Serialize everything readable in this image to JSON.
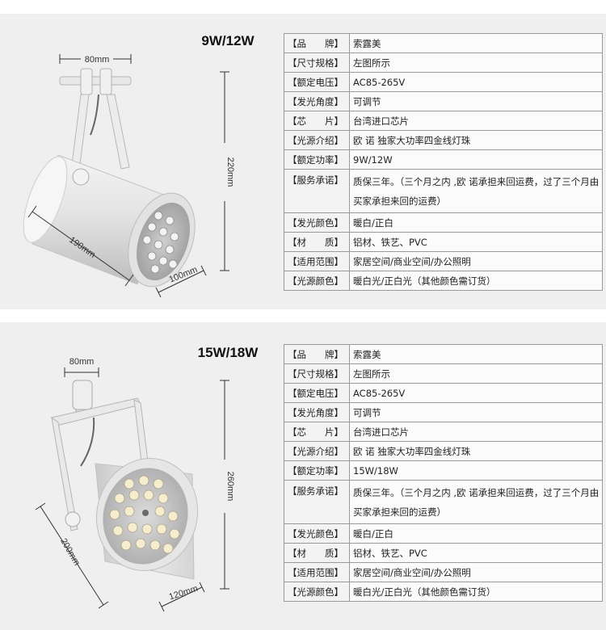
{
  "products": [
    {
      "title": "9W/12W",
      "dims": {
        "width": "80mm",
        "height": "220mm",
        "length": "190mm",
        "diameter": "100mm"
      },
      "specs": [
        {
          "key": "【品　　牌】",
          "value": "索露美"
        },
        {
          "key": "【尺寸规格】",
          "value": "左图所示"
        },
        {
          "key": "【额定电压】",
          "value": "AC85-265V"
        },
        {
          "key": "【发光角度】",
          "value": "可调节"
        },
        {
          "key": "【芯　　片】",
          "value": "台湾进口芯片"
        },
        {
          "key": "【光源介绍】",
          "value": "欧 诺 独家大功率四金线灯珠"
        },
        {
          "key": "【额定功率】",
          "value": "9W/12W"
        },
        {
          "key": "【服务承诺】",
          "value": "质保三年。（三个月之内 ,欧 诺承担来回运费，过了三个月由买家承担来回的运费）"
        },
        {
          "key": "【发光颜色】",
          "value": "暖白/正白"
        },
        {
          "key": "【材　　质】",
          "value": "铝材、铁艺、PVC"
        },
        {
          "key": "【适用范围】",
          "value": "家居空间/商业空间/办公照明"
        },
        {
          "key": "【光源颜色】",
          "value": "暖白光/正白光（其他颜色需订货）"
        }
      ]
    },
    {
      "title": "15W/18W",
      "dims": {
        "width": "80mm",
        "height": "260mm",
        "length": "200mm",
        "diameter": "120mm"
      },
      "specs": [
        {
          "key": "【品　　牌】",
          "value": "索露美"
        },
        {
          "key": "【尺寸规格】",
          "value": "左图所示"
        },
        {
          "key": "【额定电压】",
          "value": "AC85-265V"
        },
        {
          "key": "【发光角度】",
          "value": "可调节"
        },
        {
          "key": "【芯　　片】",
          "value": "台湾进口芯片"
        },
        {
          "key": "【光源介绍】",
          "value": "欧 诺 独家大功率四金线灯珠"
        },
        {
          "key": "【额定功率】",
          "value": "15W/18W"
        },
        {
          "key": "【服务承诺】",
          "value": "质保三年。（三个月之内 ,欧 诺承担来回运费，过了三个月由买家承担来回的运费）"
        },
        {
          "key": "【发光颜色】",
          "value": "暖白/正白"
        },
        {
          "key": "【材　　质】",
          "value": "铝材、铁艺、PVC"
        },
        {
          "key": "【适用范围】",
          "value": "家居空间/商业空间/办公照明"
        },
        {
          "key": "【光源颜色】",
          "value": "暖白光/正白光（其他颜色需订货）"
        }
      ]
    }
  ]
}
